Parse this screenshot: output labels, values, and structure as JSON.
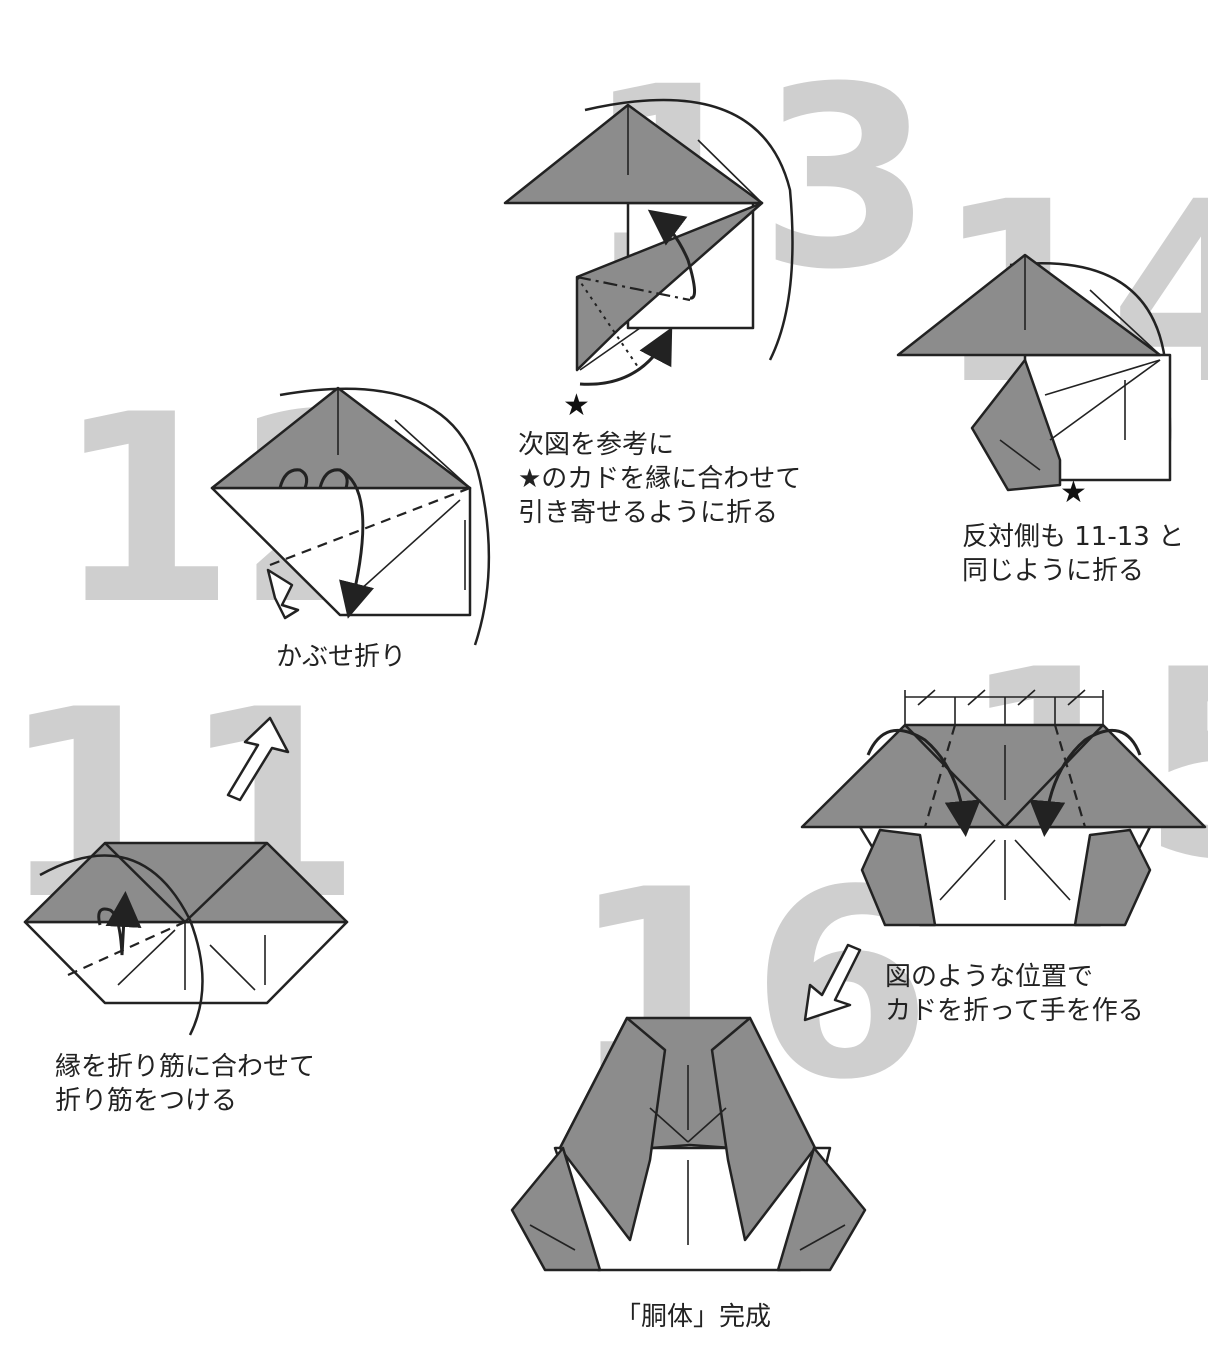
{
  "steps": [
    {
      "number": "11",
      "caption": "縁を折り筋に合わせて\n折り筋をつける"
    },
    {
      "number": "12",
      "caption": "かぶせ折り"
    },
    {
      "number": "13",
      "caption": "次図を参考に\n★のカドを縁に合わせて\n引き寄せるように折る"
    },
    {
      "number": "14",
      "caption": "反対側も 11-13 と\n同じように折る"
    },
    {
      "number": "15",
      "caption": "図のような位置で\nカドを折って手を作る"
    },
    {
      "number": "16",
      "caption": "「胴体」完成"
    }
  ],
  "symbols": {
    "star": "★"
  },
  "colors": {
    "paper_gray": "#8c8c8c",
    "step_number": "#cfcfcf",
    "line": "#222222"
  }
}
